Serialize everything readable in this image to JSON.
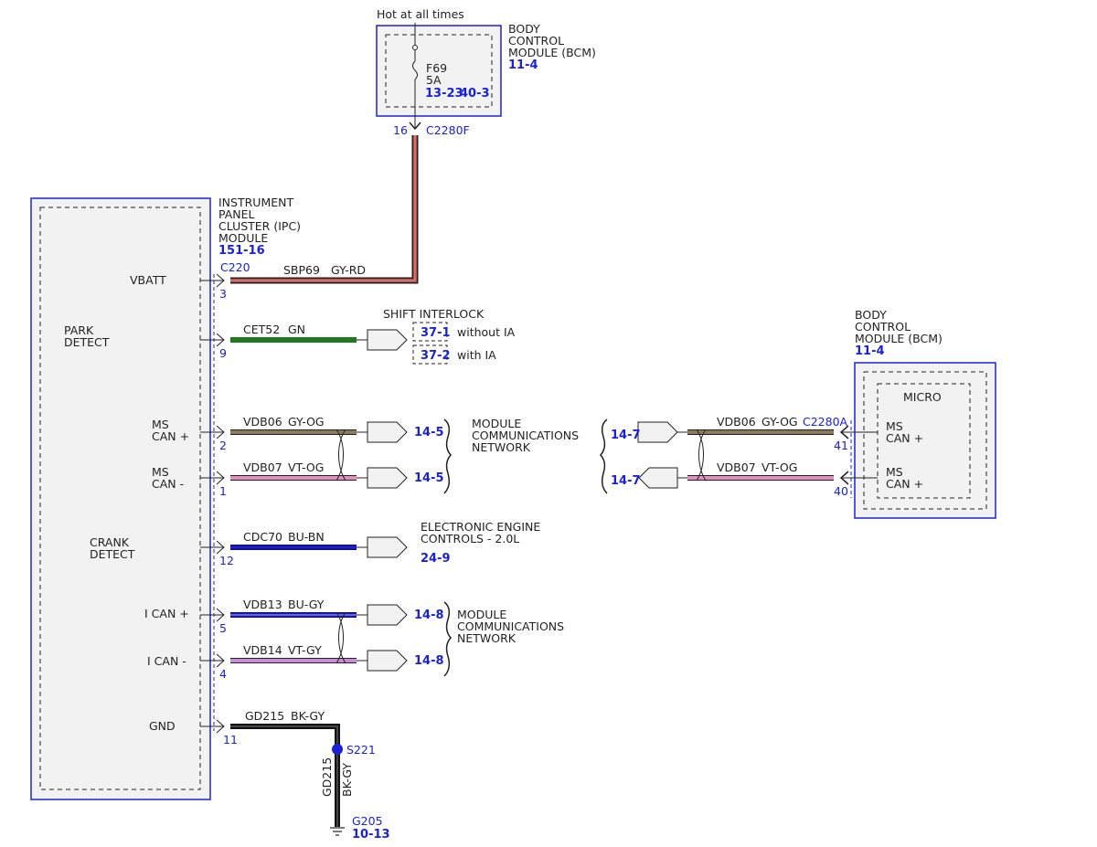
{
  "colors": {
    "accent_blue": "#1a22d6",
    "wire_gy_rd": "#b94a44",
    "wire_gn": "#1f7a1f",
    "wire_gy_og": "#8c7a5a",
    "wire_vt_og": "#e38fbf",
    "wire_bu_bn": "#2020c8",
    "wire_bu_gy": "#2a2ad0",
    "wire_vt_gy": "#c98ad8",
    "wire_bk_gy": "#1a1a1a"
  },
  "bcm_top": {
    "hot_label": "Hot at all times",
    "title_lines": [
      "BODY",
      "CONTROL",
      "MODULE (BCM)"
    ],
    "ref": "11-4",
    "fuse_name": "F69",
    "fuse_rating": "5A",
    "fuse_ref_1": "13-23",
    "fuse_ref_2": "40-3",
    "pin": "16",
    "connector": "C2280F"
  },
  "ipc": {
    "title_lines": [
      "INSTRUMENT",
      "PANEL",
      "CLUSTER (IPC)",
      "MODULE"
    ],
    "ref": "151-16",
    "connector": "C220",
    "signals": {
      "vbatt": "VBATT",
      "park_detect": [
        "PARK",
        "DETECT"
      ],
      "ms_can_plus": [
        "MS",
        "CAN +"
      ],
      "ms_can_minus": [
        "MS",
        "CAN -"
      ],
      "crank_detect": [
        "CRANK",
        "DETECT"
      ],
      "i_can_plus": "I CAN +",
      "i_can_minus": "I CAN -",
      "gnd": "GND"
    }
  },
  "wires": {
    "sbp69": {
      "circuit": "SBP69",
      "color": "GY-RD",
      "pin": "3"
    },
    "cet52": {
      "circuit": "CET52",
      "color": "GN",
      "pin": "9"
    },
    "vdb06": {
      "circuit": "VDB06",
      "color": "GY-OG",
      "pin": "2"
    },
    "vdb07": {
      "circuit": "VDB07",
      "color": "VT-OG",
      "pin": "1"
    },
    "cdc70": {
      "circuit": "CDC70",
      "color": "BU-BN",
      "pin": "12"
    },
    "vdb13": {
      "circuit": "VDB13",
      "color": "BU-GY",
      "pin": "5"
    },
    "vdb14": {
      "circuit": "VDB14",
      "color": "VT-GY",
      "pin": "4"
    },
    "gd215": {
      "circuit": "GD215",
      "color": "BK-GY",
      "pin": "11"
    }
  },
  "shift_interlock": {
    "title": "SHIFT INTERLOCK",
    "ref_without": "37-1",
    "label_without": "without IA",
    "ref_with": "37-2",
    "label_with": "with IA"
  },
  "ms_network": {
    "label_lines": [
      "MODULE",
      "COMMUNICATIONS",
      "NETWORK"
    ],
    "ref_plus": "14-5",
    "ref_minus": "14-5"
  },
  "eec": {
    "label_lines": [
      "ELECTRONIC ENGINE",
      "CONTROLS - 2.0L"
    ],
    "ref": "24-9"
  },
  "i_network": {
    "label_lines": [
      "MODULE",
      "COMMUNICATIONS",
      "NETWORK"
    ],
    "ref_plus": "14-8",
    "ref_minus": "14-8"
  },
  "splice": {
    "name": "S221"
  },
  "ground": {
    "name": "G205",
    "ref": "10-13"
  },
  "bcm_right": {
    "title_lines": [
      "BODY",
      "CONTROL",
      "MODULE (BCM)"
    ],
    "ref": "11-4",
    "micro_label": "MICRO",
    "connector": "C2280A",
    "ref_plus": "14-7",
    "ref_minus": "14-7",
    "wire_plus": {
      "circuit": "VDB06",
      "color": "GY-OG",
      "pin": "41"
    },
    "wire_minus": {
      "circuit": "VDB07",
      "color": "VT-OG",
      "pin": "40"
    },
    "signal_plus": [
      "MS",
      "CAN +"
    ],
    "signal_minus": [
      "MS",
      "CAN +"
    ]
  }
}
